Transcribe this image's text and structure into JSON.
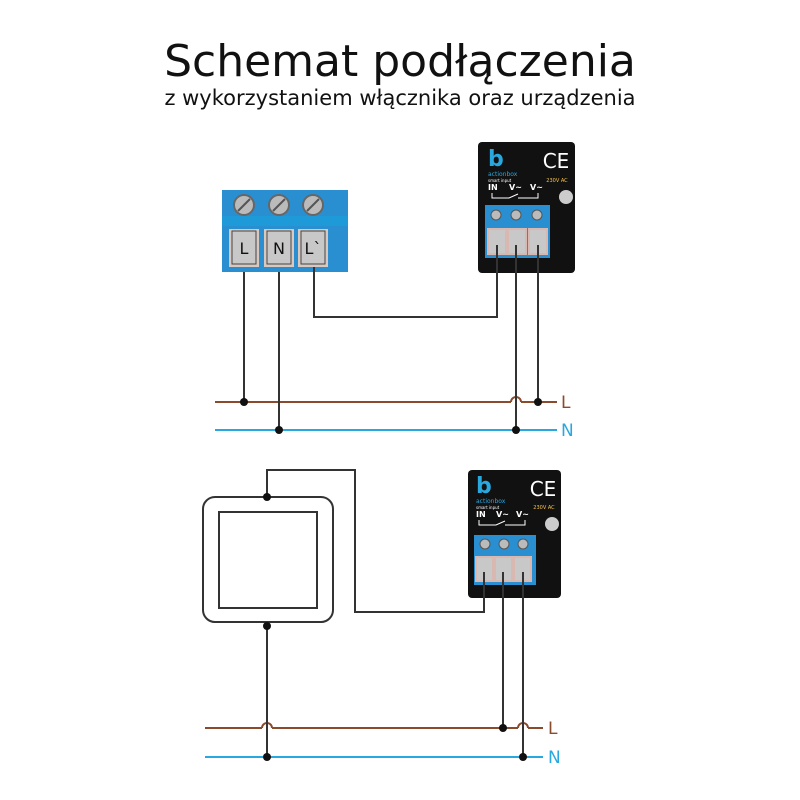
{
  "title": "Schemat podłączenia",
  "subtitle": "z wykorzystaniem włącznika oraz urządzenia",
  "terminal_block": {
    "labels": [
      "L",
      "N",
      "L`"
    ]
  },
  "device": {
    "brand_logo": "actionbox",
    "input_label": "smart input",
    "voltage": "230V AC",
    "ce_mark": "CE",
    "pins": [
      "IN",
      "V~",
      "V~"
    ]
  },
  "lines": {
    "live": "L",
    "neutral": "N"
  },
  "colors": {
    "live": "#8b4a2b",
    "neutral": "#29a8e0",
    "terminal": "#2a8fd0",
    "device": "#111111"
  }
}
